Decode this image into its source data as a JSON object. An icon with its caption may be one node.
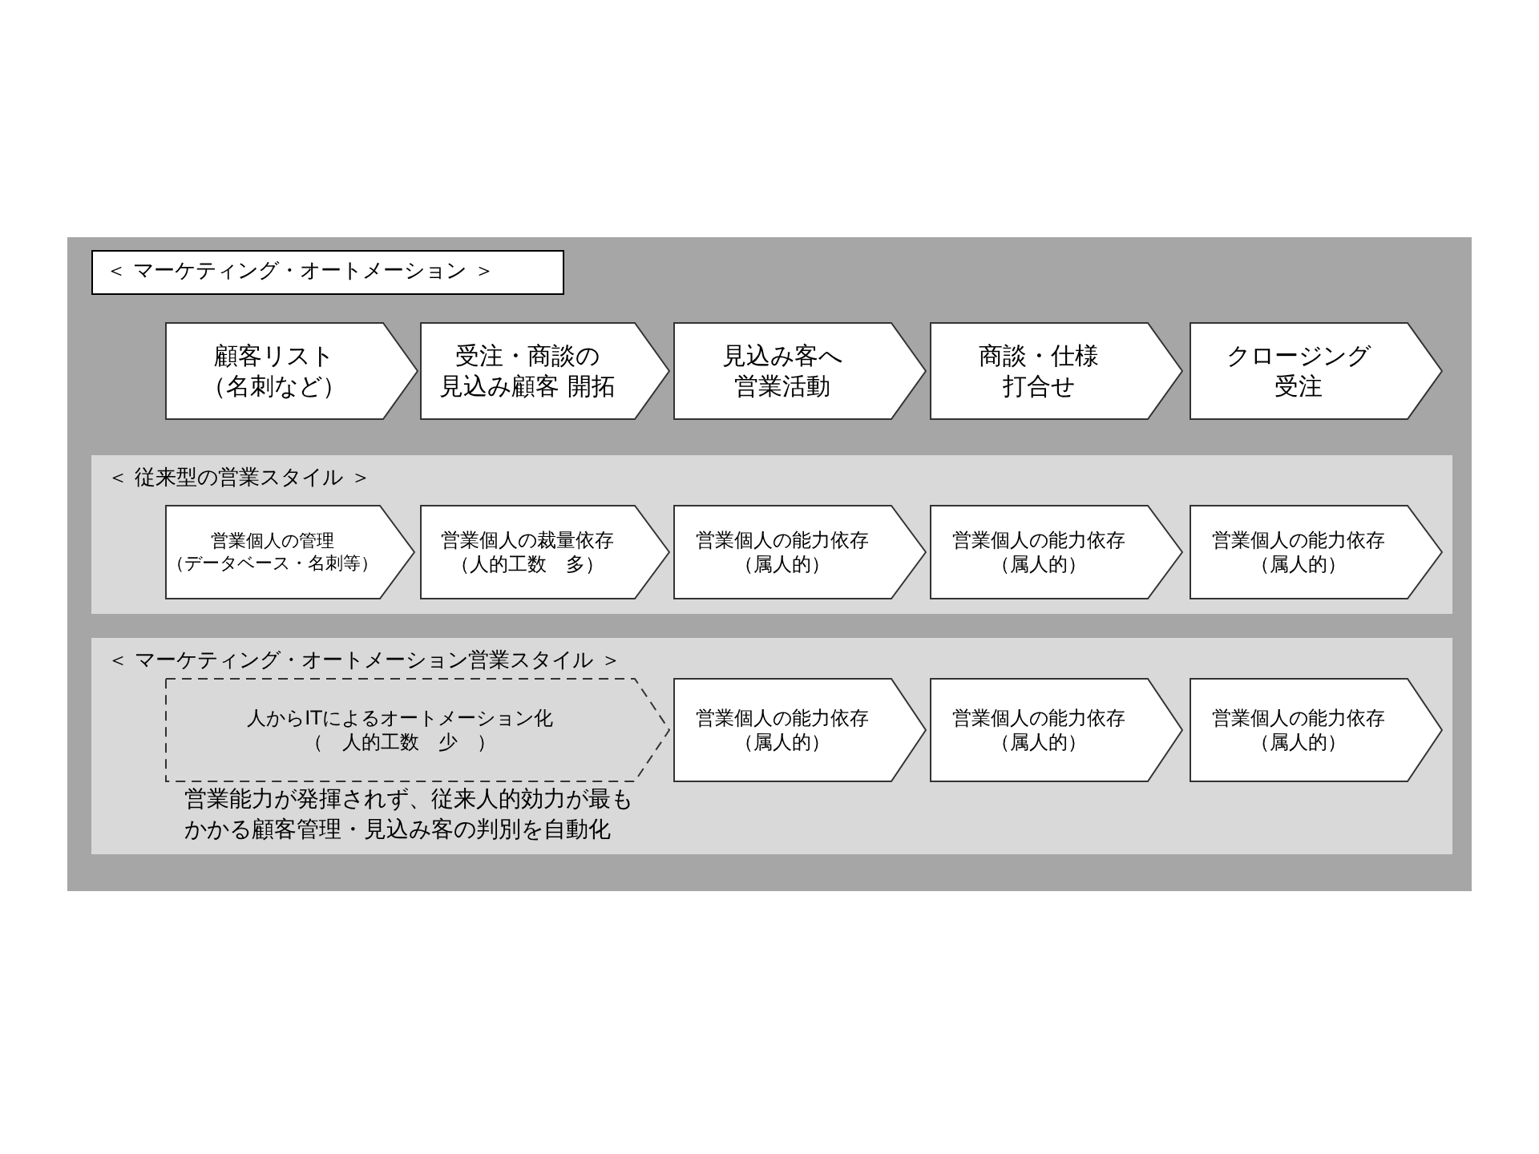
{
  "diagram": {
    "nodes": [
      {
        "text": [],
        "shape": "box"
      },
      {
        "text": [
          "＜ マーケティング・オートメーション ＞"
        ],
        "in": 0
      },
      {
        "text": [
          "顧客リスト（名刺など）"
        ],
        "in": 0
      },
      {
        "text": [
          "受注・商談の見込み顧客 開拓"
        ],
        "in": 0
      },
      {
        "text": [
          "見込み客へ営業活動"
        ],
        "in": 0
      },
      {
        "text": [
          "商談・仕様打合せ"
        ],
        "in": 0
      },
      {
        "text": [
          "クロージング受注"
        ],
        "in": 0
      },
      {
        "text": [
          "＜ 従来型の営業スタイル ＞"
        ],
        "in": 0
      },
      {
        "text": [
          "営業個人の管理（データベース・名刺等）"
        ],
        "in": 7
      },
      {
        "text": [
          "営業個人の裁量依存（人的工数　多）"
        ],
        "in": 7
      },
      {
        "text": [
          "営業個人の能力依存（属人的）"
        ],
        "in": 7
      },
      {
        "text": [
          "営業個人の能力依存（属人的）"
        ],
        "in": 7
      },
      {
        "text": [
          "営業個人の能力依存（属人的）"
        ],
        "in": 7
      },
      {
        "text": [
          "＜ マーケティング・オートメーション営業スタイル ＞"
        ],
        "in": 0
      },
      {
        "text": [
          "人からITによるオートメーション化（　人的工数　少　）"
        ],
        "in": 13,
        "beside": [
          "営業能力が発揮されず、従来人的効力が最もかかる顧客管理・見込み客の判別を自動化"
        ]
      },
      {
        "text": [
          "営業個人の能力依存（属人的）"
        ],
        "in": 13
      },
      {
        "text": [
          "営業個人の能力依存（属人的）"
        ],
        "in": 13
      },
      {
        "text": [
          "営業個人の能力依存（属人的）"
        ],
        "in": 13
      }
    ]
  }
}
